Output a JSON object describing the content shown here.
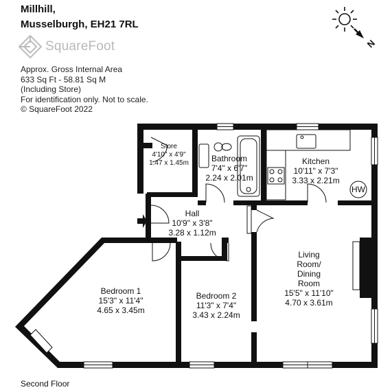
{
  "header": {
    "address_line1": "Millhill,",
    "address_line2": "Musselburgh, EH21 7RL"
  },
  "logo": {
    "text": "SquareFoot",
    "icon": "squarefoot-logo-icon"
  },
  "info": {
    "line1": "Approx. Gross Internal Area",
    "line2": "633 Sq Ft  -  58.81 Sq M",
    "line3": "(Including Store)",
    "line4": "For identification only. Not to scale.",
    "line5": "© SquareFoot 2022"
  },
  "compass": {
    "label": "N",
    "icon": "sun-compass-icon"
  },
  "rooms": {
    "store": {
      "name": "Store",
      "imperial": "4'10\" x 4'9\"",
      "metric": "1.47 x 1.45m"
    },
    "bathroom": {
      "name": "Bathroom",
      "imperial": "7'4\" x 6'7\"",
      "metric": "2.24 x 2.01m"
    },
    "kitchen": {
      "name": "Kitchen",
      "imperial": "10'11\" x 7'3\"",
      "metric": "3.33 x 2.21m"
    },
    "hw": {
      "name": "HW"
    },
    "hall": {
      "name": "Hall",
      "imperial": "10'9\" x 3'8\"",
      "metric": "3.28 x 1.12m"
    },
    "bedroom1": {
      "name": "Bedroom 1",
      "imperial": "15'3\" x 11'4\"",
      "metric": "4.65 x 3.45m"
    },
    "bedroom2": {
      "name": "Bedroom 2",
      "imperial": "11'3\" x 7'4\"",
      "metric": "3.43 x 2.24m"
    },
    "living": {
      "name_line1": "Living",
      "name_line2": "Room/",
      "name_line3": "Dining",
      "name_line4": "Room",
      "imperial": "15'5\" x 11'10\"",
      "metric": "4.70 x 3.61m"
    }
  },
  "floor": {
    "label": "Second Floor"
  },
  "colors": {
    "wall": "#111111",
    "logo": "#bdbdbd",
    "compass_arrow": "#111111"
  }
}
